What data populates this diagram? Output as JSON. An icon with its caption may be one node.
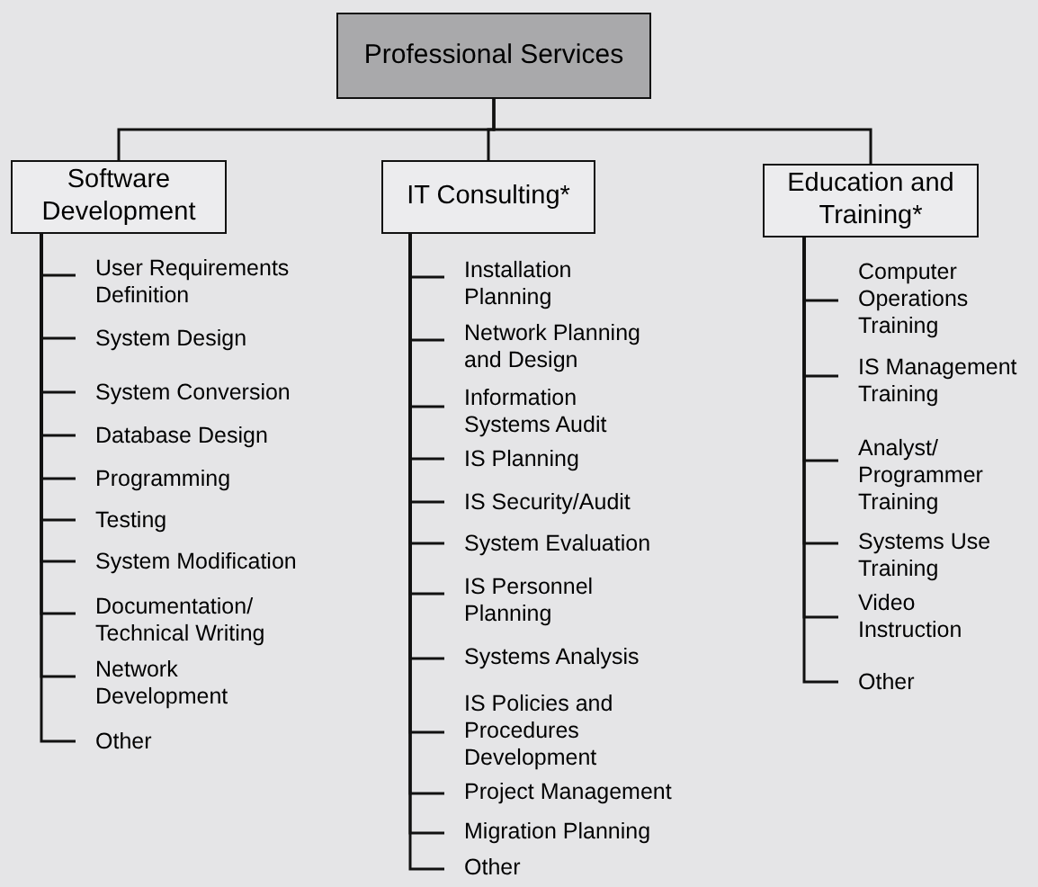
{
  "diagram": {
    "nodes": [
      {
        "text": [
          "Professional Services"
        ]
      },
      {
        "text": [
          "Software Development"
        ]
      },
      {
        "text": [
          "IT Consulting*"
        ]
      },
      {
        "text": [
          "Education and Training*"
        ]
      },
      {
        "text": [
          "User Requirements Definition"
        ]
      },
      {
        "text": [
          "System Design"
        ]
      },
      {
        "text": [
          "System Conversion"
        ]
      },
      {
        "text": [
          "Database Design"
        ]
      },
      {
        "text": [
          "Programming"
        ]
      },
      {
        "text": [
          "Testing"
        ]
      },
      {
        "text": [
          "System Modification"
        ]
      },
      {
        "text": [
          "Documentation/ Technical Writing"
        ]
      },
      {
        "text": [
          "Network Development"
        ]
      },
      {
        "text": [
          "Other"
        ]
      },
      {
        "text": [
          "Installation Planning"
        ]
      },
      {
        "text": [
          "Network Planning and Design"
        ]
      },
      {
        "text": [
          "Information Systems Audit"
        ]
      },
      {
        "text": [
          "IS Planning"
        ]
      },
      {
        "text": [
          "IS Security/Audit"
        ]
      },
      {
        "text": [
          "System Evaluation"
        ]
      },
      {
        "text": [
          "IS Personnel Planning"
        ]
      },
      {
        "text": [
          "Systems Analysis"
        ]
      },
      {
        "text": [
          "IS Policies and Procedures Development"
        ]
      },
      {
        "text": [
          "Project Management"
        ]
      },
      {
        "text": [
          "Migration Planning"
        ]
      },
      {
        "text": [
          "Other"
        ]
      },
      {
        "text": [
          "Computer Operations Training"
        ]
      },
      {
        "text": [
          "IS Management Training"
        ]
      },
      {
        "text": [
          "Analyst/ Programmer Training"
        ]
      },
      {
        "text": [
          "Systems Use Training"
        ]
      },
      {
        "text": [
          "Video Instruction"
        ]
      },
      {
        "text": [
          "Other"
        ]
      }
    ],
    "edges": [
      {
        "from": 0,
        "to": 1,
        "arrow": "none"
      },
      {
        "from": 0,
        "to": 2,
        "arrow": "none"
      },
      {
        "from": 0,
        "to": 3,
        "arrow": "none"
      },
      {
        "from": 1,
        "to": 4,
        "arrow": "none"
      },
      {
        "from": 1,
        "to": 5,
        "arrow": "none"
      },
      {
        "from": 1,
        "to": 6,
        "arrow": "none"
      },
      {
        "from": 1,
        "to": 7,
        "arrow": "none"
      },
      {
        "from": 1,
        "to": 8,
        "arrow": "none"
      },
      {
        "from": 1,
        "to": 9,
        "arrow": "none"
      },
      {
        "from": 1,
        "to": 10,
        "arrow": "none"
      },
      {
        "from": 1,
        "to": 11,
        "arrow": "none"
      },
      {
        "from": 1,
        "to": 12,
        "arrow": "none"
      },
      {
        "from": 1,
        "to": 13,
        "arrow": "none"
      },
      {
        "from": 2,
        "to": 14,
        "arrow": "none"
      },
      {
        "from": 2,
        "to": 15,
        "arrow": "none"
      },
      {
        "from": 2,
        "to": 16,
        "arrow": "none"
      },
      {
        "from": 2,
        "to": 17,
        "arrow": "none"
      },
      {
        "from": 2,
        "to": 18,
        "arrow": "none"
      },
      {
        "from": 2,
        "to": 19,
        "arrow": "none"
      },
      {
        "from": 2,
        "to": 20,
        "arrow": "none"
      },
      {
        "from": 2,
        "to": 21,
        "arrow": "none"
      },
      {
        "from": 2,
        "to": 22,
        "arrow": "none"
      },
      {
        "from": 2,
        "to": 23,
        "arrow": "none"
      },
      {
        "from": 2,
        "to": 24,
        "arrow": "none"
      },
      {
        "from": 2,
        "to": 25,
        "arrow": "none"
      },
      {
        "from": 3,
        "to": 26,
        "arrow": "none"
      },
      {
        "from": 3,
        "to": 27,
        "arrow": "none"
      },
      {
        "from": 3,
        "to": 28,
        "arrow": "none"
      },
      {
        "from": 3,
        "to": 29,
        "arrow": "none"
      },
      {
        "from": 3,
        "to": 30,
        "arrow": "none"
      },
      {
        "from": 3,
        "to": 31,
        "arrow": "none"
      }
    ]
  }
}
